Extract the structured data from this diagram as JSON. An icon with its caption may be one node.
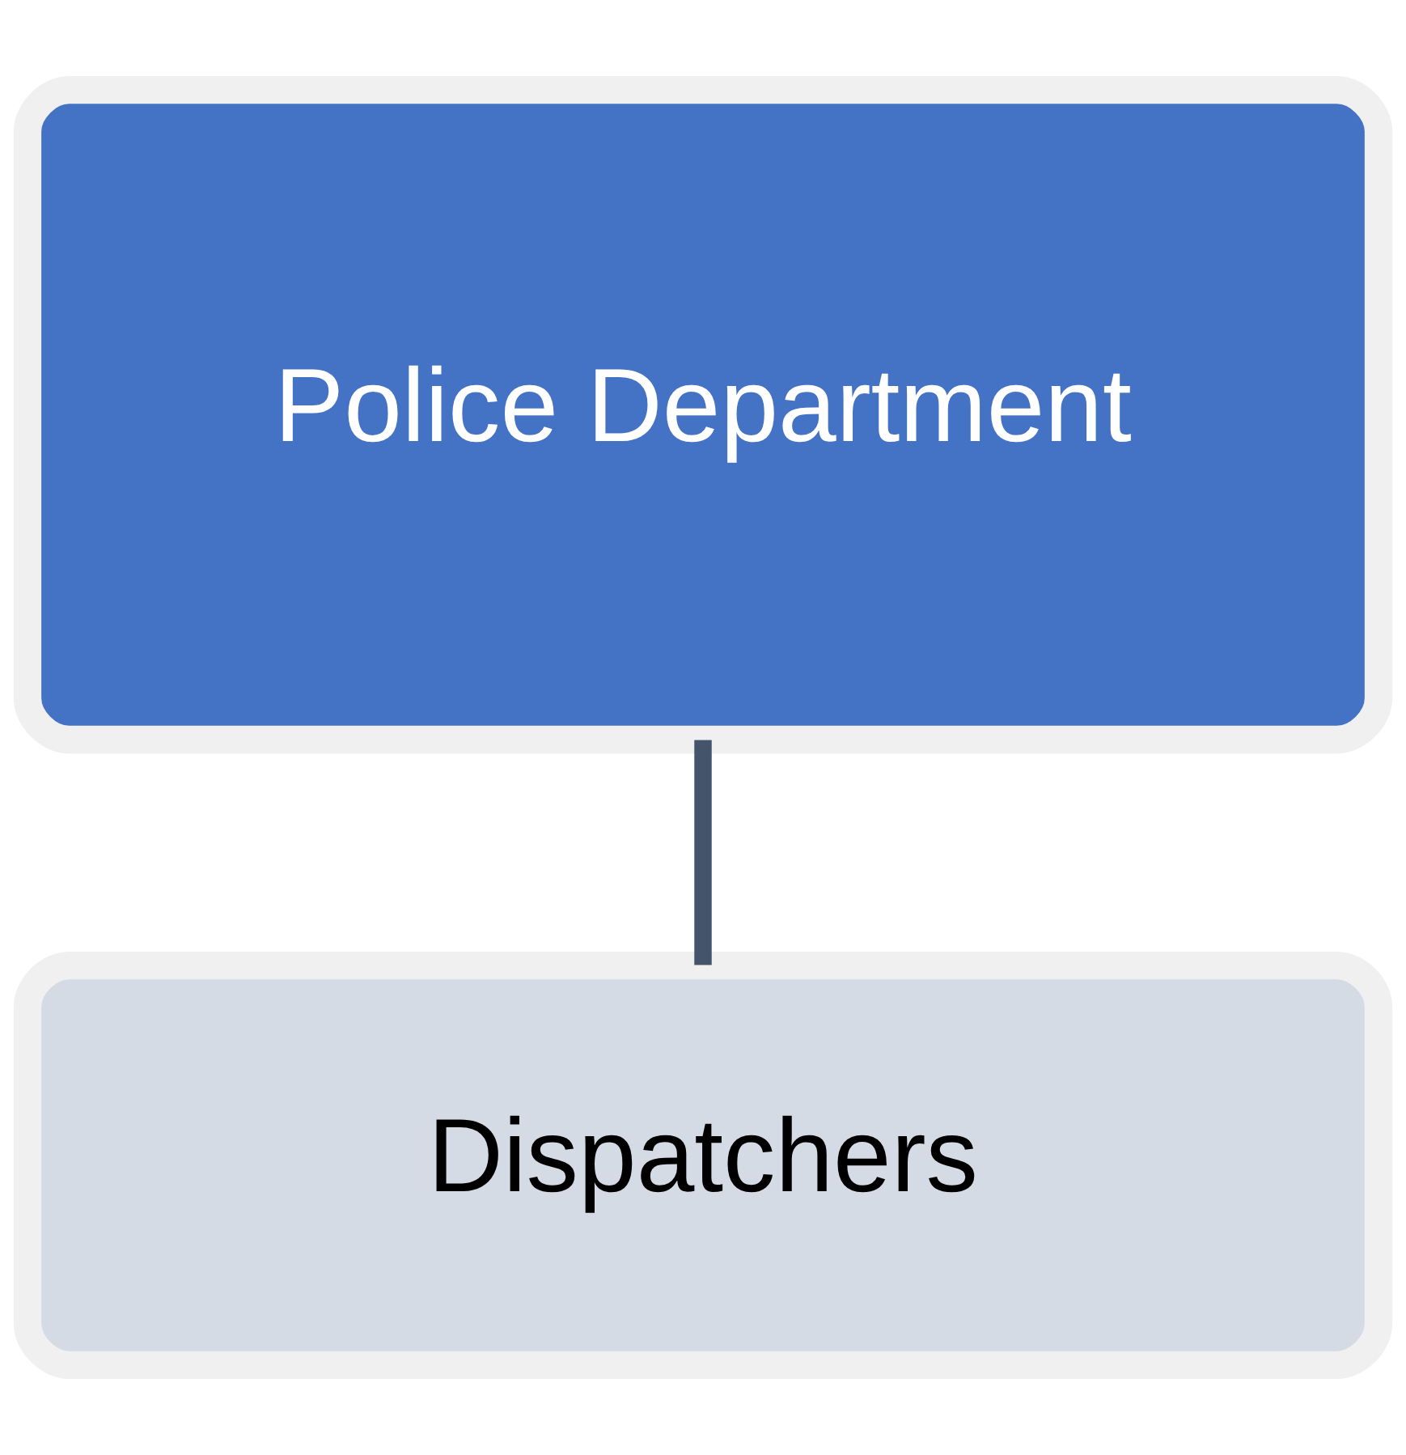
{
  "diagram": {
    "nodes": [
      {
        "text": [
          "Police Department"
        ]
      },
      {
        "text": [
          "Dispatchers"
        ]
      }
    ],
    "edges": [
      {
        "from": 0,
        "to": 1,
        "arrow": "none"
      }
    ]
  }
}
